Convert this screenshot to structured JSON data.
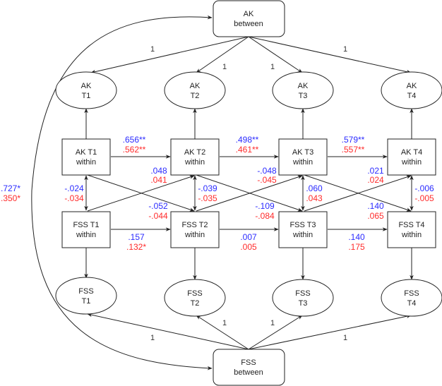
{
  "colors": {
    "standardized": "#2b2bff",
    "unstandardized": "#ff2b2b",
    "line": "#222222"
  },
  "nodes": {
    "ak_between": {
      "line1": "AK",
      "line2": "between"
    },
    "fss_between": {
      "line1": "FSS",
      "line2": "between"
    },
    "ak_latent": [
      {
        "line1": "AK",
        "line2": "T1"
      },
      {
        "line1": "AK",
        "line2": "T2"
      },
      {
        "line1": "AK",
        "line2": "T3"
      },
      {
        "line1": "AK",
        "line2": "T4"
      }
    ],
    "fss_latent": [
      {
        "line1": "FSS",
        "line2": "T1"
      },
      {
        "line1": "FSS",
        "line2": "T2"
      },
      {
        "line1": "FSS",
        "line2": "T3"
      },
      {
        "line1": "FSS",
        "line2": "T4"
      }
    ],
    "ak_within": [
      {
        "line1": "AK T1",
        "line2": "within"
      },
      {
        "line1": "AK T2",
        "line2": "within"
      },
      {
        "line1": "AK T3",
        "line2": "within"
      },
      {
        "line1": "AK T4",
        "line2": "within"
      }
    ],
    "fss_within": [
      {
        "line1": "FSS T1",
        "line2": "within"
      },
      {
        "line1": "FSS T2",
        "line2": "within"
      },
      {
        "line1": "FSS T3",
        "line2": "within"
      },
      {
        "line1": "FSS T4",
        "line2": "within"
      }
    ]
  },
  "loadings": {
    "ak_between": [
      "1",
      "1",
      "1",
      "1"
    ],
    "fss_between": [
      "1",
      "1",
      "1",
      "1"
    ]
  },
  "between_covariance": {
    "std": ".727*",
    "unstd": ".350*"
  },
  "ak_autoregressive": [
    {
      "std": ".656**",
      "unstd": ".562**"
    },
    {
      "std": ".498**",
      "unstd": ".461**"
    },
    {
      "std": ".579**",
      "unstd": ".557**"
    }
  ],
  "fss_autoregressive": [
    {
      "std": ".157",
      "unstd": ".132*"
    },
    {
      "std": ".007",
      "unstd": ".005"
    },
    {
      "std": ".140",
      "unstd": ".175"
    }
  ],
  "within_covariances": [
    {
      "std": "-.024",
      "unstd": "-.034"
    },
    {
      "std": "-.039",
      "unstd": "-.035"
    },
    {
      "std": ".060",
      "unstd": ".043"
    },
    {
      "std": "-.006",
      "unstd": "-.005"
    }
  ],
  "fss_to_ak_cross": [
    {
      "std": ".048",
      "unstd": ".041"
    },
    {
      "std": "-.048",
      "unstd": "-.045"
    },
    {
      "std": ".021",
      "unstd": ".024"
    }
  ],
  "ak_to_fss_cross": [
    {
      "std": "-.052",
      "unstd": "-.044"
    },
    {
      "std": "-.109",
      "unstd": "-.084"
    },
    {
      "std": ".140",
      "unstd": ".065"
    }
  ]
}
